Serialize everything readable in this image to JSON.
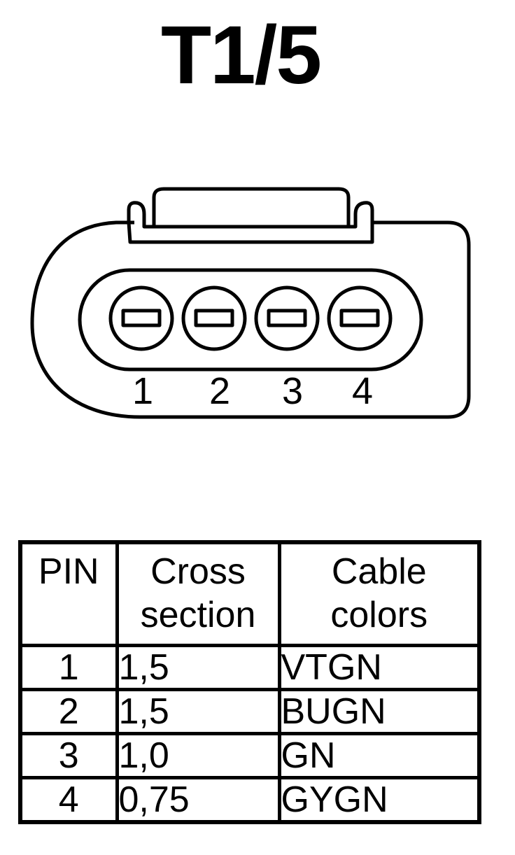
{
  "title": "T1/5",
  "connector": {
    "pin_labels": [
      "1",
      "2",
      "3",
      "4"
    ]
  },
  "table": {
    "headers": {
      "pin": "PIN",
      "cross_section": [
        "Cross",
        "section"
      ],
      "cable_colors": [
        "Cable",
        "colors"
      ]
    },
    "rows": [
      {
        "pin": "1",
        "cross_section": "1,5",
        "color": "VTGN"
      },
      {
        "pin": "2",
        "cross_section": "1,5",
        "color": "BUGN"
      },
      {
        "pin": "3",
        "cross_section": "1,0",
        "color": "GN"
      },
      {
        "pin": "4",
        "cross_section": "0,75",
        "color": "GYGN"
      }
    ]
  }
}
